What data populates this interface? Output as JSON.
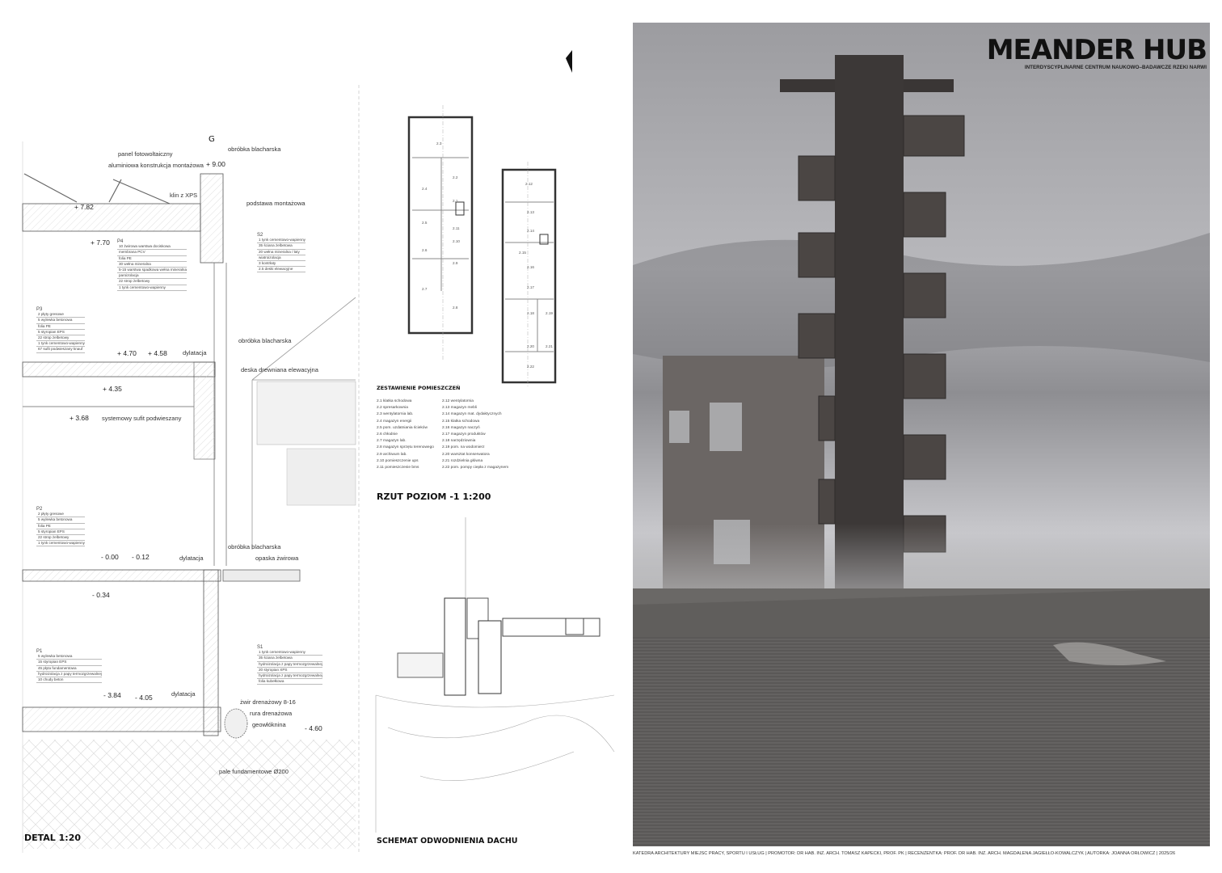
{
  "title": "MEANDER HUB",
  "subtitle": "INTERDYSCYPLINARNE CENTRUM NAUKOWO–BADAWCZE RZEKI NARWI",
  "footer": "KATEDRA ARCHITEKTURY MIEJSC PRACY, SPORTU I USŁUG | PROMOTOR: DR HAB. INŻ. ARCH. TOMASZ KAPECKI, PROF. PK | RECENZENTKA: PROF. DR HAB. INŻ. ARCH. MAGDALENA JAGIEŁŁO-KOWALCZYK | AUTORKA: JOANNA ORŁOWICZ | 2025/26",
  "detail": {
    "title": "DETAL 1:20",
    "axis": "G",
    "labels": [
      "obróbka blacharska",
      "panel fotowoltaiczny",
      "aluminiowa konstrukcja montażowa",
      "klin z XPS",
      "podstawa montażowa",
      "dylatacja",
      "obróbka blacharska",
      "deska drewniana elewacyjna",
      "systemowy sufit podwieszany",
      "dylatacja",
      "obróbka blacharska",
      "opaska żwirowa",
      "dylatacja",
      "żwir drenażowy 8-16",
      "rura drenażowa",
      "geowłóknina",
      "pale fundamentowe Ø200"
    ],
    "levels": [
      "+ 9.00",
      "+ 7.82",
      "+ 7.70",
      "+ 4.70",
      "+ 4.58",
      "+ 4.35",
      "+ 3.68",
      "- 0.00",
      "- 0.12",
      "- 0.34",
      "- 3.84",
      "- 4.05",
      "- 4.60"
    ],
    "P4": {
      "name": "P4",
      "layers": [
        "10 żwirowa warstwa dociskowa",
        "membrana PCV",
        "folia PE",
        "30 wełna mineralna",
        "5-15 warstwa spadkowa wełna mineralna",
        "paroizolacja",
        "22 strop żelbetowy",
        "1 tynk cementowo-wapienny"
      ]
    },
    "S2": {
      "name": "S2",
      "layers": [
        "1 tynk cementowo-wapienny",
        "35 ściana żelbetowa",
        "20 wełna mineralna / łaty",
        "wiatroizolacja",
        "3 kontrłaty",
        "2.5 deski elewacyjne"
      ]
    },
    "P3": {
      "name": "P3",
      "layers": [
        "2 płyty gresowe",
        "5 wylewka betonowa",
        "folia PE",
        "5 styropian EPS",
        "22 strop żelbetowy",
        "1 tynk cementowo-wapienny",
        "67 sufit podwieszany knauf"
      ]
    },
    "P2": {
      "name": "P2",
      "layers": [
        "2 płyty gresowe",
        "5 wylewka betonowa",
        "folia PE",
        "5 styropian EPS",
        "22 strop żelbetowy",
        "1 tynk cementowo-wapienny"
      ]
    },
    "P1": {
      "name": "P1",
      "layers": [
        "5 wylewka betonowa",
        "15 styropian EPS",
        "45 płyta fundamentowa",
        "hydroizolacja z papy termozgrzewalnej",
        "10 chudy beton"
      ]
    },
    "S1": {
      "name": "S1",
      "layers": [
        "1 tynk cementowo-wapienny",
        "35 ściana żelbetowa",
        "hydroizolacja z papy termozgrzewalnej",
        "20 styropian XPS",
        "hydroizolacja z papy termozgrzewalnej",
        "folia kubełkowa"
      ]
    }
  },
  "plan": {
    "title": "RZUT POZIOM -1 1:200",
    "list_title": "ZESTAWIENIE POMIESZCZEŃ",
    "rooms_col1": [
      "2.1 klatka schodowa",
      "2.2 spresarkownia",
      "2.3 wentylatornia lab.",
      "2.4 magazyn energii",
      "2.5 pom. uzdatniania ścieków",
      "2.6 chłodnie",
      "2.7 magazyn lab.",
      "2.8 magazyn sprzętu terenowego",
      "2.9 archiwum lab.",
      "2.10 pomieszczenie ups",
      "2.11 pomieszczenie bms"
    ],
    "rooms_col2": [
      "2.12 wentylatornia",
      "2.13 magazyn mebli",
      "2.14 magazyn mat. dydaktycznych",
      "2.15 klatka schodowa",
      "2.16 magazyn naczyń",
      "2.17 magazyn produktów",
      "2.18 narzędziownia",
      "2.19 pom. na wodomierz",
      "2.20 warsztat konserwatora",
      "2.21 rozdzielnia główna",
      "2.22 pom. pompy ciepła z magazynem"
    ],
    "tags1": [
      "2.3",
      "2.2",
      "2.4",
      "2.1",
      "2.5",
      "2.11",
      "2.10",
      "2.6",
      "2.9",
      "2.7",
      "2.8"
    ],
    "tags2": [
      "2.12",
      "2.13",
      "2.14",
      "2.15",
      "2.16",
      "2.17",
      "2.18",
      "2.19",
      "2.20",
      "2.21",
      "2.22"
    ]
  },
  "drainage": {
    "title": "SCHEMAT ODWODNIENIA DACHU"
  }
}
